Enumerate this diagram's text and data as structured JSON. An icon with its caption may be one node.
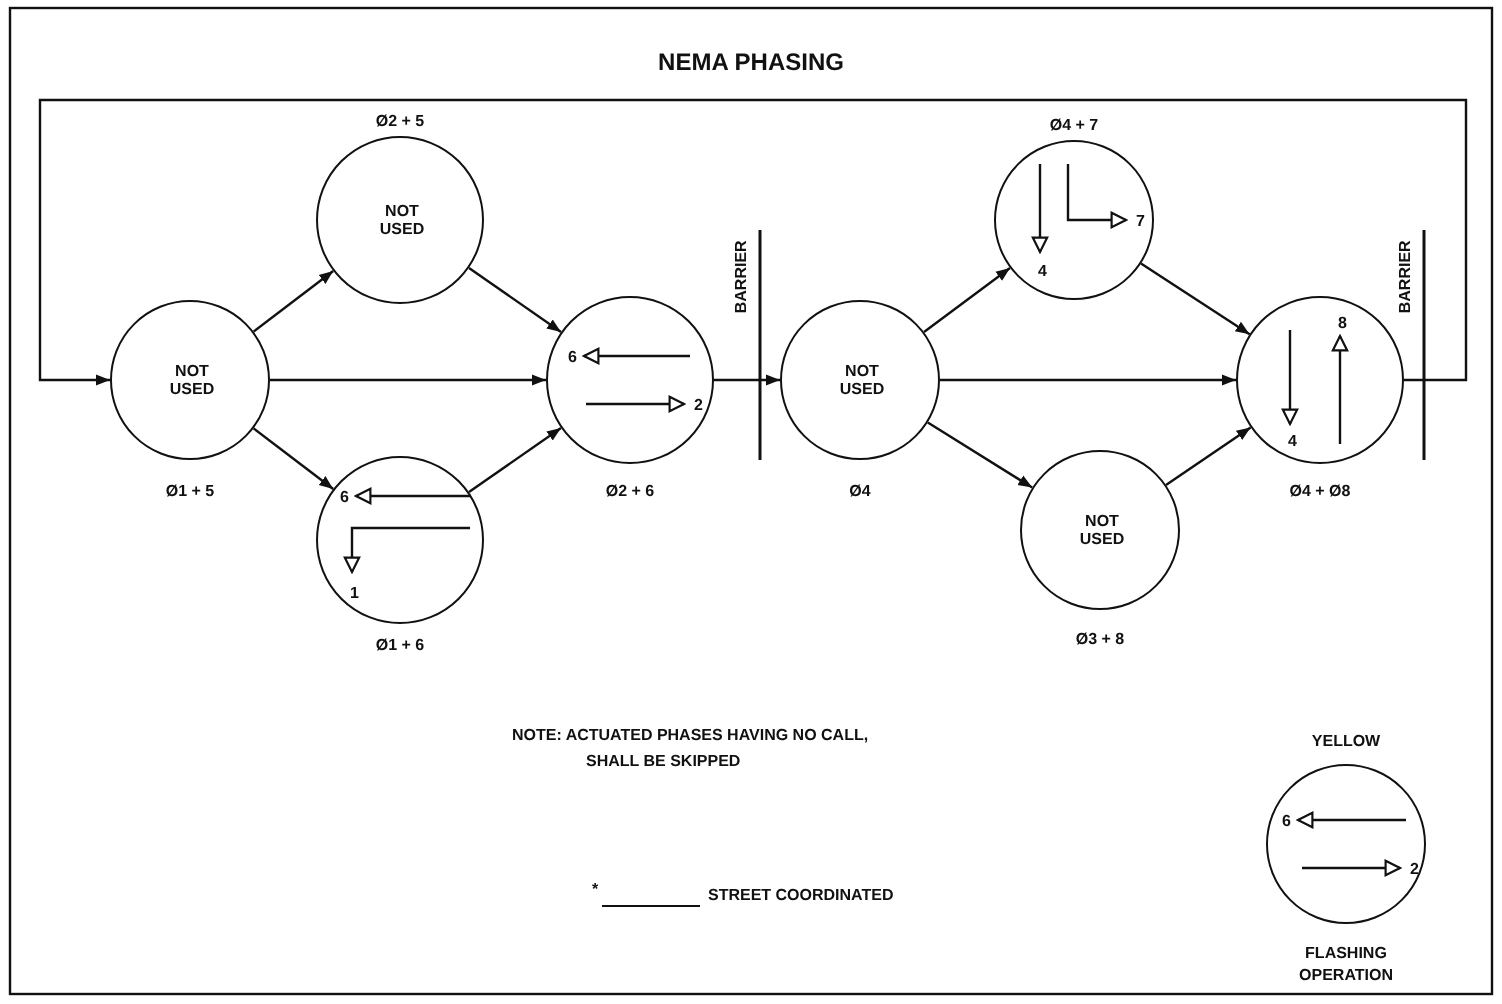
{
  "diagram": {
    "title": "NEMA PHASING",
    "nodes": [
      {
        "text": [
          "NOT USED"
        ],
        "beside": [
          "Ø1 + 5"
        ]
      },
      {
        "text": [
          "NOT USED"
        ],
        "beside": [
          "Ø2 + 5"
        ]
      },
      {
        "text": [
          "6",
          "1"
        ],
        "beside": [
          "Ø1 + 6"
        ]
      },
      {
        "text": [
          "6",
          "2"
        ],
        "beside": [
          "Ø2 + 6"
        ]
      },
      {
        "text": [
          "NOT USED"
        ],
        "beside": [
          "Ø4"
        ]
      },
      {
        "text": [
          "4",
          "7"
        ],
        "beside": [
          "Ø4 + 7"
        ]
      },
      {
        "text": [
          "NOT USED"
        ],
        "beside": [
          "Ø3 + 8"
        ]
      },
      {
        "text": [
          "8",
          "4"
        ],
        "beside": [
          "Ø4 + Ø8"
        ]
      },
      {
        "text": [
          "6",
          "2"
        ],
        "beside": [
          "YELLOW",
          "FLASHING OPERATION"
        ]
      }
    ],
    "edges": [
      {
        "from": 0,
        "to": 1,
        "arrow": "to"
      },
      {
        "from": 0,
        "to": 3,
        "arrow": "to"
      },
      {
        "from": 0,
        "to": 2,
        "arrow": "to"
      },
      {
        "from": 1,
        "to": 3,
        "arrow": "to"
      },
      {
        "from": 2,
        "to": 3,
        "arrow": "to"
      },
      {
        "from": 3,
        "to": 4,
        "arrow": "to"
      },
      {
        "from": 4,
        "to": 5,
        "arrow": "to"
      },
      {
        "from": 4,
        "to": 7,
        "arrow": "to"
      },
      {
        "from": 4,
        "to": 6,
        "arrow": "to"
      },
      {
        "from": 5,
        "to": 7,
        "arrow": "to"
      },
      {
        "from": 6,
        "to": 7,
        "arrow": "to"
      },
      {
        "from": 7,
        "to": 0,
        "arrow": "to"
      }
    ],
    "labels": [
      "BARRIER",
      "BARRIER",
      "NOTE: ACTUATED PHASES HAVING NO CALL, SHALL BE SKIPPED",
      "*",
      "STREET COORDINATED"
    ]
  }
}
